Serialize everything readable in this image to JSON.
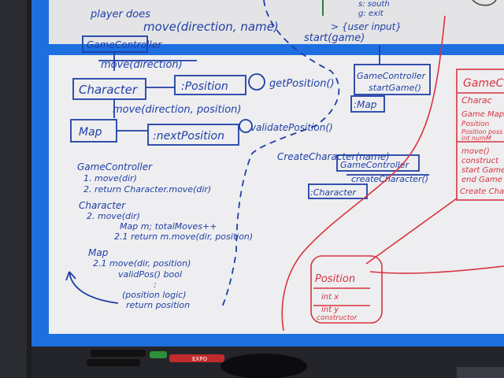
{
  "colors": {
    "blue_marker": "#1f3fa6",
    "red_marker": "#d8343f",
    "board": "#eeeef0",
    "painter_tape": "#1d6fe0",
    "frame_dark": "#1c1d22"
  },
  "top_notes": {
    "line1": "s: south",
    "line2": "g: exit",
    "line3": "> {user input}"
  },
  "board": {
    "player_does": "player does",
    "move_dir_name": "move(direction, name)",
    "gc_box_1": "GameController",
    "move_dir": "move(direction)",
    "character_box": "Character",
    "position_box": ":Position",
    "get_position": "getPosition()",
    "move_dir_pos": "move(direction, position)",
    "map_box": "Map",
    "next_position_box": ":nextPosition",
    "validate_position": "validatePosition()",
    "start_game_name": "start(game)",
    "gc_box_2": "GameController",
    "start_game": "startGame()",
    "map_box_2": ":Map",
    "create_character_call": "CreateCharacter(name)",
    "gc_box_3": "GameController",
    "create_character": "createCharacter()",
    "character_box_2": ":Character",
    "seq_gc_title": "GameController",
    "seq_gc_1": "1. move(dir)",
    "seq_gc_2": "2. return Character.move(dir)",
    "seq_char_title": "Character",
    "seq_char_1": "2. move(dir)",
    "seq_char_2": "Map m; totalMoves++",
    "seq_char_3": "2.1 return m.move(dir, position)",
    "seq_map_title": "Map",
    "seq_map_1": "2.1 move(dir, position)",
    "seq_map_2": "validPos() bool",
    "seq_map_3": ":",
    "seq_map_4": "(position logic)",
    "seq_map_5": "return position"
  },
  "red_notes": {
    "gc_title": "GameC",
    "char_label": "Charac",
    "gmap": "Game Map",
    "pos": "Position",
    "pos2": "Position poss",
    "int_num": "int numM",
    "move": "move()",
    "construct": "construct",
    "start": "start Game",
    "end": "end Game",
    "create": "Create Char",
    "position_title": "Position",
    "int_x": "int x",
    "int_y": "int y",
    "constructor": "constructor"
  },
  "markers": {
    "expo_label": "EXPO"
  }
}
